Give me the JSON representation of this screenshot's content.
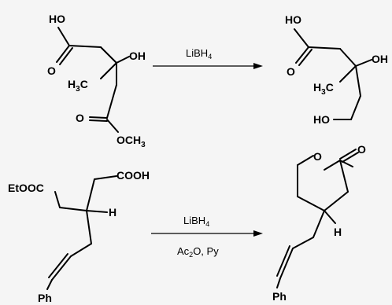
{
  "reaction_1": {
    "reactant": {
      "ho": "HO",
      "o_acid": "O",
      "oh": "OH",
      "h3c_h": "H",
      "h3c_sub": "3",
      "h3c_c": "C",
      "o_ester": "O",
      "och3_o": "OCH",
      "och3_sub": "3"
    },
    "reagent": {
      "main": "LiBH",
      "sub": "4"
    },
    "product": {
      "ho": "HO",
      "o_acid": "O",
      "oh": "OH",
      "h3c_h": "H",
      "h3c_sub": "3",
      "h3c_c": "C",
      "ho_alcohol": "HO"
    }
  },
  "reaction_2": {
    "reactant": {
      "etooc": "EtOOC",
      "cooh": "COOH",
      "h": "H",
      "ph": "Ph"
    },
    "reagent_top": {
      "main": "LiBH",
      "sub": "4"
    },
    "reagent_bottom": {
      "ac": "Ac",
      "ac_sub": "2",
      "rest": "O, Py"
    },
    "product": {
      "o_ring": "O",
      "o_carbonyl": "O",
      "h": "H",
      "ph": "Ph"
    }
  }
}
